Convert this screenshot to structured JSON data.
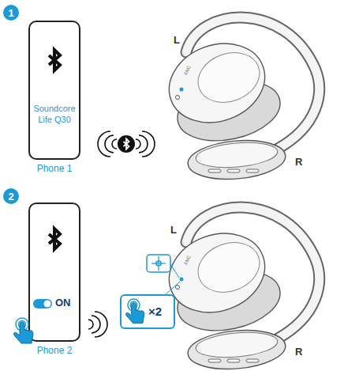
{
  "diagram": {
    "nodes": [
      {
        "text": [
          "1"
        ]
      },
      {
        "text": [
          "Soundcore Life Q30",
          "Phone 1"
        ]
      },
      {
        "text": [
          "2"
        ]
      },
      {
        "text": [
          "ON",
          "Phone 2"
        ]
      },
      {
        "text": [
          "×2"
        ]
      }
    ],
    "labels": [
      "L",
      "ANC",
      "R",
      "L",
      "ANC",
      "R"
    ]
  }
}
